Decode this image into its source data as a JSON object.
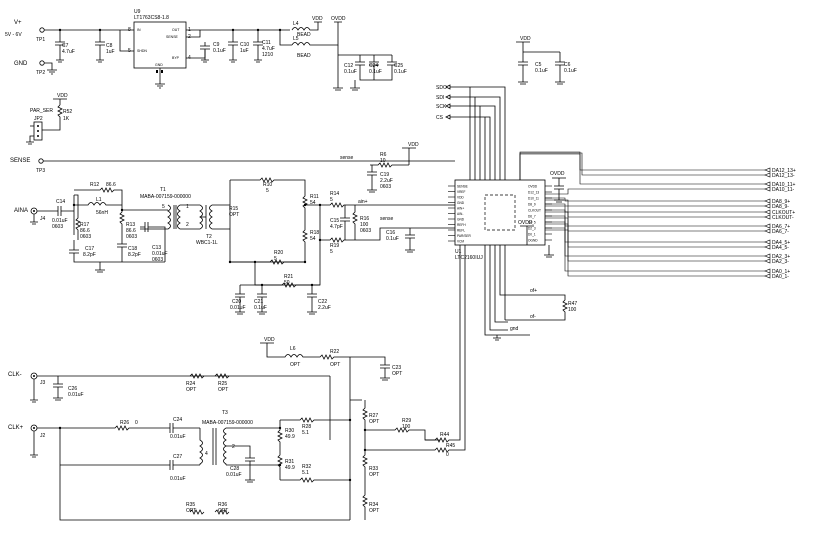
{
  "power": {
    "vplus": "V+",
    "vrange": "5V - 6V",
    "tp1": "TP1",
    "gnd": "GND",
    "tp2": "TP2",
    "vdd": "VDD",
    "ovdd": "OVDD"
  },
  "regulator": {
    "ref": "U9",
    "part": "LT1763CS8-1.8",
    "pin_in": "IN",
    "pin_shdn": "SHDN",
    "pin_out": "OUT",
    "pin_sense": "SENSE",
    "pin_byp": "BYP",
    "pin_gnd": "GND",
    "p8": "8",
    "p5": "5",
    "p1": "1",
    "p2": "2",
    "p4": "4"
  },
  "parts": {
    "c7": "C7",
    "c7v": "4.7uF",
    "c8": "C8",
    "c8v": "1uF",
    "c9": "C9",
    "c9v": "0.1uF",
    "c10": "C10",
    "c10v": "1uF",
    "c11": "C11",
    "c11v": "4.7uF",
    "c11p": "1210",
    "l4": "L4",
    "l4v": "BEAD",
    "l5": "L5",
    "l5v": "BEAD",
    "c12": "C12",
    "c12v": "0.1uF",
    "c24": "C24",
    "c24v": "0.1uF",
    "c25": "C25",
    "c25v": "0.1uF",
    "c5": "C5",
    "c5v": "0.1uF",
    "c6": "C6",
    "c6v": "0.1uF",
    "r52": "R52",
    "r52v": "1K",
    "jp2": "JP2",
    "parser": "PAR_SER",
    "sense": "SENSE",
    "tp3": "TP3",
    "r6": "R6",
    "r6v": "10",
    "c19": "C19",
    "c19v": "2.2uF",
    "c19p": "0603",
    "aina": "AINA",
    "j4": "J4",
    "c14": "C14",
    "c14v": "0.01uF",
    "c14p": "0603",
    "r12": "R12",
    "r12v": "86.6",
    "l1": "L1",
    "l1v": "56nH",
    "r17": "R17",
    "r17v": "86.6",
    "r17p": "0603",
    "r13": "R13",
    "r13v": "86.6",
    "r13p": "0603",
    "c17": "C17",
    "c17v": "8.2pF",
    "c18": "C18",
    "c18v": "8.2pF",
    "c13": "C13",
    "c13v": "0.01uF",
    "c13p": "0603",
    "t1": "T1",
    "t1v": "MABA-007159-000000",
    "t2": "T2",
    "t2v": "WBC1-1L",
    "r15": "R15",
    "r15v": "OPT",
    "r10": "R10",
    "r10v": "5",
    "r11": "R11",
    "r11v": "54",
    "r18": "R18",
    "r18v": "54",
    "r14": "R14",
    "r14v": "5",
    "c15": "C15",
    "c15v": "4.7pF",
    "r16": "R16",
    "r16v": "100",
    "r16p": "0603",
    "r19": "R19",
    "r19v": "5",
    "r20": "R20",
    "r20v": "5",
    "r21": "R21",
    "r21v": "50",
    "c20": "C20",
    "c20v": "0.01uF",
    "c21": "C21",
    "c21v": "0.1uF",
    "c22": "C22",
    "c22v": "2.2uF",
    "c16": "C16",
    "c16v": "0.1uF",
    "ainp": "ain+",
    "ainm": "ain-",
    "sense_net": "sense",
    "u1": "U1",
    "u1v": "LTC2160IUJ",
    "r47": "R47",
    "r47v": "100",
    "ofp": "of+",
    "ofm": "of-",
    "gnd_net": "gnd",
    "sdo": "SDO",
    "sdi": "SDI",
    "sck": "SCK",
    "cs": "CS",
    "l6": "L6",
    "l6v": "OPT",
    "r22": "R22",
    "r22v": "OPT",
    "c23": "C23",
    "c23v": "OPT",
    "clkm": "CLK-",
    "clkp": "CLK+",
    "j3": "J3",
    "j2": "J2",
    "c26": "C26",
    "c26v": "0.01uF",
    "r24": "R24",
    "r24v": "OPT",
    "r25": "R25",
    "r25v": "OPT",
    "r26": "R26",
    "r26v": "0",
    "c24b": "C24",
    "c24bv": "0.01uF",
    "t3": "T3",
    "t3v": "MABA-007159-000000",
    "r30": "R30",
    "r30v": "49.9",
    "r31": "R31",
    "r31v": "49.9",
    "r28": "R28",
    "r28v": "5.1",
    "r32": "R32",
    "r32v": "5.1",
    "c27": "C27",
    "c27v": "0.01uF",
    "c28": "C28",
    "c28v": "0.01uF",
    "r27": "R27",
    "r27v": "OPT",
    "r29": "R29",
    "r29v": "100",
    "r33": "R33",
    "r33v": "OPT",
    "r34": "R34",
    "r34v": "OPT",
    "r35": "R35",
    "r35v": "OPT",
    "r36": "R36",
    "r36v": "OPT",
    "r44": "R44",
    "r44v": "0",
    "r45": "R45",
    "r45v": "0"
  },
  "outputs": [
    "DA12_13+",
    "DA12_13-",
    "DA10_11+",
    "DA10_11-",
    "DA8_9+",
    "DA8_9-",
    "CLKOUT+",
    "CLKOUT-",
    "DA6_7+",
    "DA6_7-",
    "DA4_5+",
    "DA4_5-",
    "DA2_3+",
    "DA2_3-",
    "DA0_1+",
    "DA0_1-"
  ],
  "u1_left_pins": [
    "SENSE",
    "VREF",
    "VDD",
    "GND",
    "AIN+",
    "AIN-",
    "GND",
    "REFH",
    "REFL",
    "PAR/SER",
    "VCM"
  ],
  "u1_right_pins": [
    "OVDD",
    "D12_13",
    "D10_11",
    "D8_9",
    "CLKOUT",
    "D6_7",
    "D4_5",
    "D2_3",
    "D0_1",
    "OGND"
  ]
}
